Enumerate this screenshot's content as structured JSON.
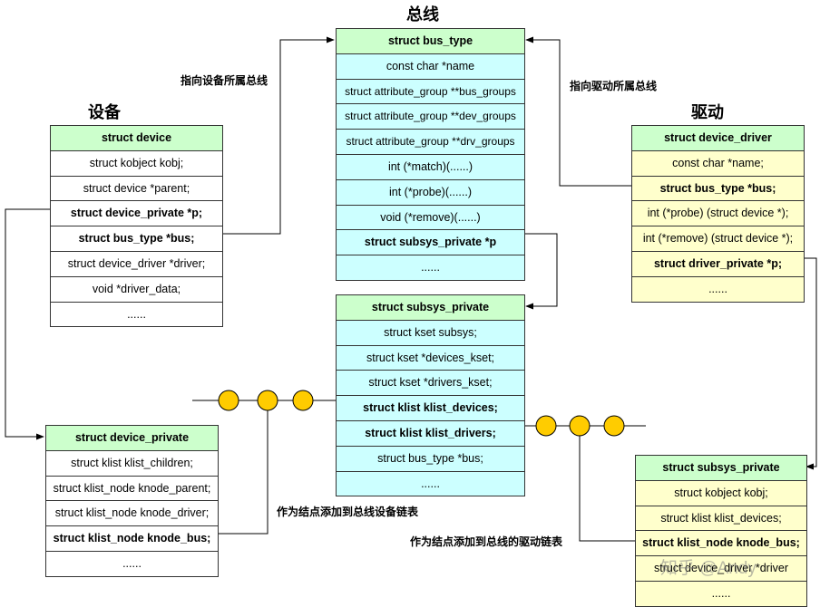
{
  "titles": {
    "bus": "总线",
    "device": "设备",
    "driver": "驱动"
  },
  "notes": {
    "device_to_bus": "指向设备所属总线",
    "driver_to_bus": "指向驱动所属总线",
    "add_device_list": "作为结点添加到总线设备链表",
    "add_driver_list": "作为结点添加到总线的驱动链表"
  },
  "bus_type": {
    "header": "struct bus_type",
    "rows": [
      "const char *name",
      "struct attribute_group **bus_groups",
      "struct attribute_group **dev_groups",
      "struct attribute_group **drv_groups",
      "int (*match)(......)",
      "int (*probe)(......)",
      "void (*remove)(......)",
      "struct subsys_private *p",
      "......"
    ]
  },
  "device": {
    "header": "struct device",
    "rows": [
      "struct kobject kobj;",
      "struct device *parent;",
      "struct device_private  *p;",
      "struct bus_type  *bus;",
      "struct device_driver *driver;",
      "void *driver_data;",
      "......"
    ]
  },
  "device_driver": {
    "header": "struct device_driver",
    "rows": [
      "const char  *name;",
      "struct bus_type *bus;",
      "int (*probe) (struct device *);",
      "int (*remove) (struct device *);",
      "struct driver_private *p;",
      "......"
    ]
  },
  "subsys_private": {
    "header": "struct subsys_private",
    "rows": [
      "struct kset subsys;",
      "struct kset *devices_kset;",
      "struct kset *drivers_kset;",
      "struct klist klist_devices;",
      "struct klist klist_drivers;",
      "struct bus_type *bus;",
      "......"
    ]
  },
  "device_private": {
    "header": "struct device_private",
    "rows": [
      "struct klist klist_children;",
      "struct klist_node knode_parent;",
      "struct klist_node knode_driver;",
      "struct klist_node knode_bus;",
      "......"
    ]
  },
  "driver_private": {
    "header": "struct subsys_private",
    "rows": [
      "struct kobject kobj;",
      "struct klist klist_devices;",
      "struct klist_node knode_bus;",
      "struct device_driver *driver",
      "......"
    ]
  },
  "watermark": "知乎 @Andy",
  "colors": {
    "header": "#ccffcc",
    "bus": "#ccffff",
    "device": "#ffffff",
    "driver": "#ffffcc",
    "node": "#ffcc00"
  }
}
